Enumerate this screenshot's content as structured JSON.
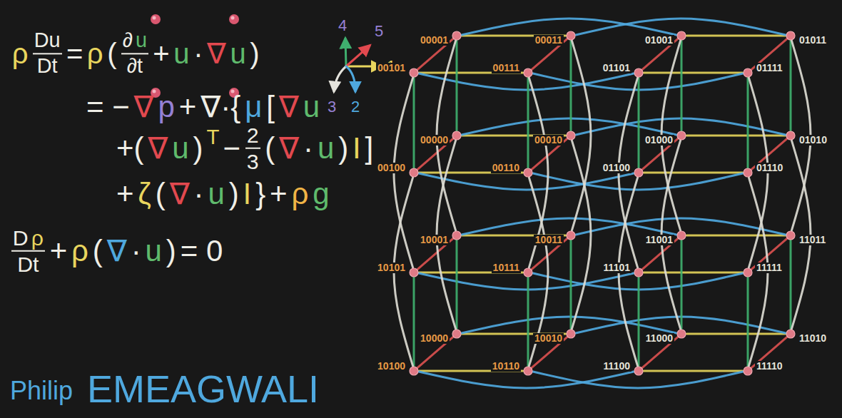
{
  "diagram": {
    "nodes": [
      {
        "text": [
          "00001"
        ]
      },
      {
        "text": [
          "00011"
        ]
      },
      {
        "text": [
          "01001"
        ]
      },
      {
        "text": [
          "01011"
        ]
      },
      {
        "text": [
          "00101"
        ]
      },
      {
        "text": [
          "00111"
        ]
      },
      {
        "text": [
          "01101"
        ]
      },
      {
        "text": [
          "01111"
        ]
      },
      {
        "text": [
          "00000"
        ]
      },
      {
        "text": [
          "00010"
        ]
      },
      {
        "text": [
          "01000"
        ]
      },
      {
        "text": [
          "01010"
        ]
      },
      {
        "text": [
          "00100"
        ]
      },
      {
        "text": [
          "00110"
        ]
      },
      {
        "text": [
          "01100"
        ]
      },
      {
        "text": [
          "01110"
        ]
      },
      {
        "text": [
          "10001"
        ]
      },
      {
        "text": [
          "10011"
        ]
      },
      {
        "text": [
          "11001"
        ]
      },
      {
        "text": [
          "11011"
        ]
      },
      {
        "text": [
          "10101"
        ]
      },
      {
        "text": [
          "10111"
        ]
      },
      {
        "text": [
          "11101"
        ]
      },
      {
        "text": [
          "11111"
        ]
      },
      {
        "text": [
          "10000"
        ]
      },
      {
        "text": [
          "10010"
        ]
      },
      {
        "text": [
          "11000"
        ]
      },
      {
        "text": [
          "11010"
        ]
      },
      {
        "text": [
          "10100"
        ]
      },
      {
        "text": [
          "10110"
        ]
      },
      {
        "text": [
          "11100"
        ]
      },
      {
        "text": [
          "11110"
        ]
      }
    ],
    "edges": [
      {
        "from": 0,
        "to": 1,
        "arrow": "none"
      },
      {
        "from": 2,
        "to": 3,
        "arrow": "none"
      },
      {
        "from": 4,
        "to": 5,
        "arrow": "none"
      },
      {
        "from": 6,
        "to": 7,
        "arrow": "none"
      },
      {
        "from": 8,
        "to": 9,
        "arrow": "none"
      },
      {
        "from": 10,
        "to": 11,
        "arrow": "none"
      },
      {
        "from": 12,
        "to": 13,
        "arrow": "none"
      },
      {
        "from": 14,
        "to": 15,
        "arrow": "none"
      },
      {
        "from": 16,
        "to": 17,
        "arrow": "none"
      },
      {
        "from": 18,
        "to": 19,
        "arrow": "none"
      },
      {
        "from": 20,
        "to": 21,
        "arrow": "none"
      },
      {
        "from": 22,
        "to": 23,
        "arrow": "none"
      },
      {
        "from": 24,
        "to": 25,
        "arrow": "none"
      },
      {
        "from": 26,
        "to": 27,
        "arrow": "none"
      },
      {
        "from": 28,
        "to": 29,
        "arrow": "none"
      },
      {
        "from": 30,
        "to": 31,
        "arrow": "none"
      },
      {
        "from": 0,
        "to": 2,
        "arrow": "none"
      },
      {
        "from": 1,
        "to": 3,
        "arrow": "none"
      },
      {
        "from": 4,
        "to": 6,
        "arrow": "none"
      },
      {
        "from": 5,
        "to": 7,
        "arrow": "none"
      },
      {
        "from": 8,
        "to": 10,
        "arrow": "none"
      },
      {
        "from": 9,
        "to": 11,
        "arrow": "none"
      },
      {
        "from": 12,
        "to": 14,
        "arrow": "none"
      },
      {
        "from": 13,
        "to": 15,
        "arrow": "none"
      },
      {
        "from": 16,
        "to": 18,
        "arrow": "none"
      },
      {
        "from": 17,
        "to": 19,
        "arrow": "none"
      },
      {
        "from": 20,
        "to": 22,
        "arrow": "none"
      },
      {
        "from": 21,
        "to": 23,
        "arrow": "none"
      },
      {
        "from": 24,
        "to": 26,
        "arrow": "none"
      },
      {
        "from": 25,
        "to": 27,
        "arrow": "none"
      },
      {
        "from": 28,
        "to": 30,
        "arrow": "none"
      },
      {
        "from": 29,
        "to": 31,
        "arrow": "none"
      },
      {
        "from": 0,
        "to": 4,
        "arrow": "none"
      },
      {
        "from": 1,
        "to": 5,
        "arrow": "none"
      },
      {
        "from": 2,
        "to": 6,
        "arrow": "none"
      },
      {
        "from": 3,
        "to": 7,
        "arrow": "none"
      },
      {
        "from": 8,
        "to": 12,
        "arrow": "none"
      },
      {
        "from": 9,
        "to": 13,
        "arrow": "none"
      },
      {
        "from": 10,
        "to": 14,
        "arrow": "none"
      },
      {
        "from": 11,
        "to": 15,
        "arrow": "none"
      },
      {
        "from": 16,
        "to": 20,
        "arrow": "none"
      },
      {
        "from": 17,
        "to": 21,
        "arrow": "none"
      },
      {
        "from": 18,
        "to": 22,
        "arrow": "none"
      },
      {
        "from": 19,
        "to": 23,
        "arrow": "none"
      },
      {
        "from": 24,
        "to": 28,
        "arrow": "none"
      },
      {
        "from": 25,
        "to": 29,
        "arrow": "none"
      },
      {
        "from": 26,
        "to": 30,
        "arrow": "none"
      },
      {
        "from": 27,
        "to": 31,
        "arrow": "none"
      },
      {
        "from": 0,
        "to": 8,
        "arrow": "none"
      },
      {
        "from": 1,
        "to": 9,
        "arrow": "none"
      },
      {
        "from": 2,
        "to": 10,
        "arrow": "none"
      },
      {
        "from": 3,
        "to": 11,
        "arrow": "none"
      },
      {
        "from": 4,
        "to": 12,
        "arrow": "none"
      },
      {
        "from": 5,
        "to": 13,
        "arrow": "none"
      },
      {
        "from": 6,
        "to": 14,
        "arrow": "none"
      },
      {
        "from": 7,
        "to": 15,
        "arrow": "none"
      },
      {
        "from": 16,
        "to": 24,
        "arrow": "none"
      },
      {
        "from": 17,
        "to": 25,
        "arrow": "none"
      },
      {
        "from": 18,
        "to": 26,
        "arrow": "none"
      },
      {
        "from": 19,
        "to": 27,
        "arrow": "none"
      },
      {
        "from": 20,
        "to": 28,
        "arrow": "none"
      },
      {
        "from": 21,
        "to": 29,
        "arrow": "none"
      },
      {
        "from": 22,
        "to": 30,
        "arrow": "none"
      },
      {
        "from": 23,
        "to": 31,
        "arrow": "none"
      },
      {
        "from": 0,
        "to": 16,
        "arrow": "none"
      },
      {
        "from": 1,
        "to": 17,
        "arrow": "none"
      },
      {
        "from": 2,
        "to": 18,
        "arrow": "none"
      },
      {
        "from": 3,
        "to": 19,
        "arrow": "none"
      },
      {
        "from": 4,
        "to": 20,
        "arrow": "none"
      },
      {
        "from": 5,
        "to": 21,
        "arrow": "none"
      },
      {
        "from": 6,
        "to": 22,
        "arrow": "none"
      },
      {
        "from": 7,
        "to": 23,
        "arrow": "none"
      },
      {
        "from": 8,
        "to": 24,
        "arrow": "none"
      },
      {
        "from": 9,
        "to": 25,
        "arrow": "none"
      },
      {
        "from": 10,
        "to": 26,
        "arrow": "none"
      },
      {
        "from": 11,
        "to": 27,
        "arrow": "none"
      },
      {
        "from": 12,
        "to": 28,
        "arrow": "none"
      },
      {
        "from": 13,
        "to": 29,
        "arrow": "none"
      },
      {
        "from": 14,
        "to": 30,
        "arrow": "none"
      },
      {
        "from": 15,
        "to": 31,
        "arrow": "none"
      }
    ],
    "labels": [
      "ρ",
      "Du",
      "Dt",
      "=",
      "ρ",
      "(",
      "∂",
      "u",
      "∂t",
      "+",
      "u",
      "·",
      "∇",
      "u",
      ")",
      "= −",
      "∇",
      "p",
      "+",
      "∇·{",
      "μ",
      "[",
      "∇",
      "u",
      "+(",
      "∇",
      "u",
      ")",
      "T",
      "−",
      "2",
      "3",
      "(",
      "∇",
      "·",
      "u",
      ")",
      "I",
      "]",
      "+",
      "ζ",
      "(",
      "∇",
      "·",
      "u",
      ")",
      "I",
      "}",
      "+",
      "ρ",
      "g",
      "D",
      "ρ",
      "Dt",
      "+",
      "ρ",
      "(",
      "∇",
      "·",
      "u",
      ")",
      "= 0",
      "Philip",
      "EMEAGWALI",
      "1",
      "2",
      "3",
      "4",
      "5"
    ]
  }
}
